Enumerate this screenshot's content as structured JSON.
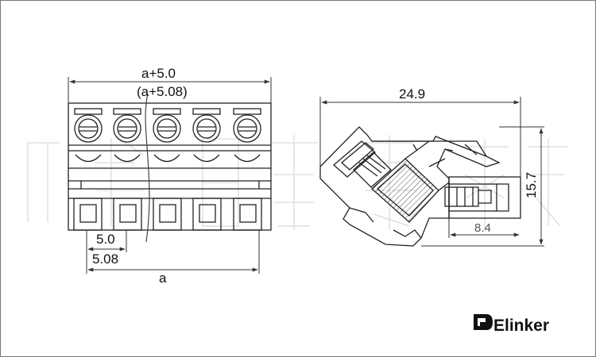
{
  "drawing": {
    "front_view": {
      "dim_top": "a+5.0",
      "dim_top_alt": "(a+5.08)",
      "dim_pitch": "5.0",
      "dim_pitch_alt": "5.08",
      "dim_bottom": "a",
      "positions": 5
    },
    "side_view": {
      "dim_width": "24.9",
      "dim_height": "15.7",
      "dim_pin": "8.4"
    }
  },
  "brand": {
    "name": "Elinker",
    "logo_icon": "elinker-logo-icon"
  },
  "watermark": {
    "icon": "watermark-glyph-icon"
  },
  "colors": {
    "line": "#222222",
    "dim_line": "#333333",
    "watermark": "#d9d9d9"
  }
}
